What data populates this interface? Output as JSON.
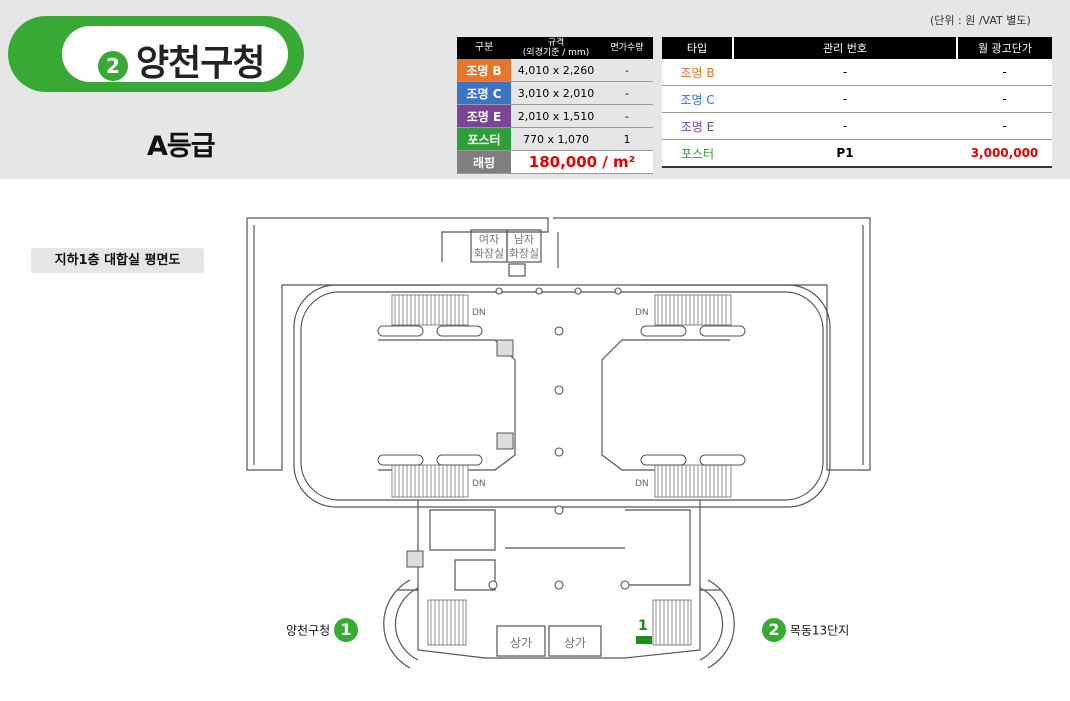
{
  "header": {
    "station_number": "2",
    "station_name": "양천구청",
    "grade": "A등급",
    "unit_note": "(단위 : 원 /VAT 별도)"
  },
  "spec_table": {
    "headers": [
      "구분",
      "규격\n(외경기준 / mm)",
      "면가수량"
    ],
    "rows": [
      {
        "label": "조명 B",
        "size": "4,010 x 2,260",
        "qty": "-",
        "color": "#e8752a"
      },
      {
        "label": "조명 C",
        "size": "3,010 x 2,010",
        "qty": "-",
        "color": "#3a74c7"
      },
      {
        "label": "조명 E",
        "size": "2,010 x 1,510",
        "qty": "-",
        "color": "#7a4596"
      },
      {
        "label": "포스터",
        "size": "770 x 1,070",
        "qty": "1",
        "color": "#2f9e3a"
      }
    ],
    "wrapping": {
      "label": "래핑",
      "price": "180,000 / m²"
    }
  },
  "mgmt_table": {
    "headers": [
      "타입",
      "관리 번호",
      "월 광고단가"
    ],
    "rows": [
      {
        "type": "조명 B",
        "id": "-",
        "price": "-"
      },
      {
        "type": "조명 C",
        "id": "-",
        "price": "-"
      },
      {
        "type": "조명 E",
        "id": "-",
        "price": "-"
      },
      {
        "type": "포스터",
        "id": "P1",
        "price": "3,000,000"
      }
    ]
  },
  "floorplan": {
    "title": "지하1층 대합실 평면도",
    "restroom_women": "여자\n화장실",
    "restroom_men": "남자\n화장실",
    "dn_labels": [
      "DN",
      "DN",
      "DN",
      "DN"
    ],
    "shops": [
      "상가",
      "상가"
    ],
    "marker_number": "1",
    "exits": [
      {
        "number": "1",
        "name": "양천구청"
      },
      {
        "number": "2",
        "name": "목동13단지"
      }
    ]
  },
  "colors": {
    "green": "#39a935",
    "marker": "#1e8c1e",
    "price_red": "#e00000"
  }
}
